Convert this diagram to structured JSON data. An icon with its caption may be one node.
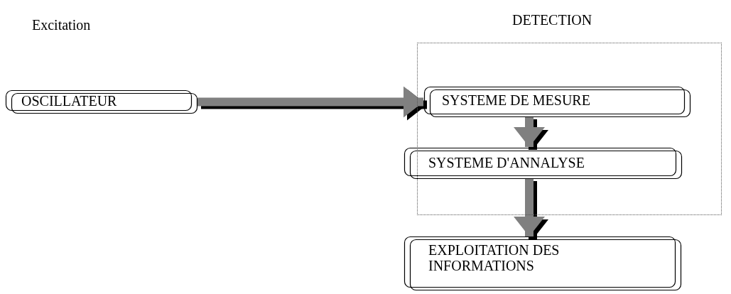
{
  "diagram": {
    "nodes": [
      {
        "text": [
          "DETECTION"
        ]
      },
      {
        "text": [
          "OSCILLATEUR"
        ]
      },
      {
        "text": [
          "SYSTEME DE MESURE"
        ],
        "in": 0
      },
      {
        "text": [
          "SYSTEME D'ANNALYSE"
        ],
        "in": 0
      },
      {
        "text": [
          "EXPLOITATION DES INFORMATIONS"
        ]
      }
    ],
    "edges": [
      {
        "from": 1,
        "to": 2,
        "arrow": "to"
      },
      {
        "from": 2,
        "to": 3,
        "arrow": "to"
      },
      {
        "from": 3,
        "to": 4,
        "arrow": "to"
      }
    ],
    "labels": [
      "Excitation"
    ]
  }
}
